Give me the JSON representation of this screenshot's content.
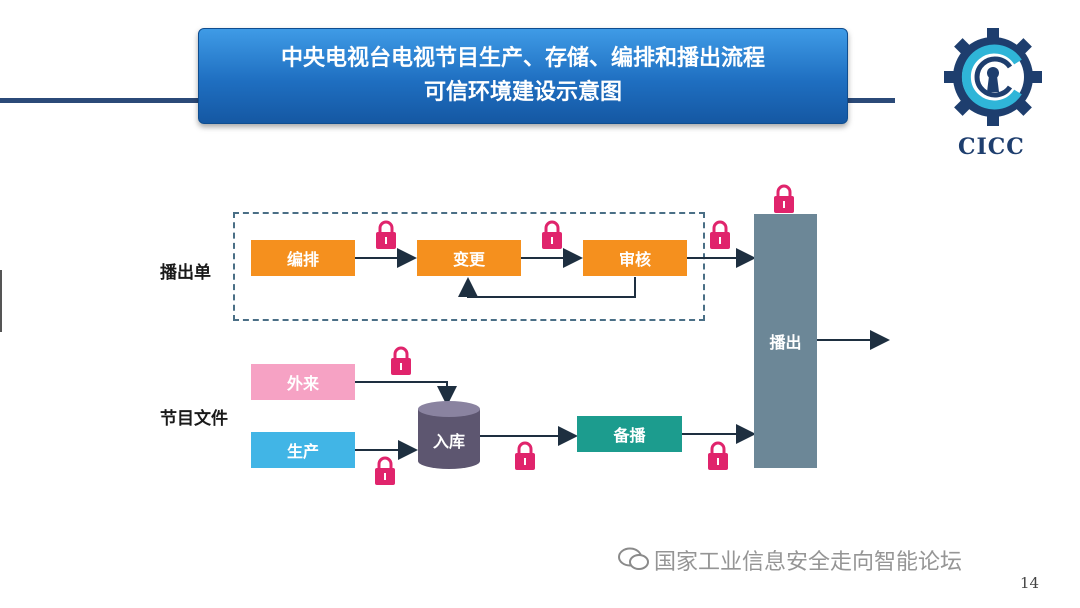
{
  "title": {
    "line1": "中央电视台电视节目生产、存储、编排和播出流程",
    "line2": "可信环境建设示意图"
  },
  "logo": {
    "text": "CICC",
    "icon": "gear-keyhole-logo"
  },
  "rows": {
    "schedule": "播出单",
    "program_files": "节目文件"
  },
  "nodes": {
    "arrange": "编排",
    "change": "变更",
    "review": "审核",
    "broadcast": "播出",
    "external": "外来",
    "produce": "生产",
    "ingest": "入库",
    "backup": "备播"
  },
  "lock_icon": "padlock-icon",
  "colors": {
    "orange": "#f5901e",
    "pink": "#f6a2c4",
    "cyan": "#41b5e6",
    "teal": "#1c9c8e",
    "slate": "#6c8797",
    "cylinder": "#5d5670",
    "lock": "#e0246c",
    "title_blue": "#1f6fc1"
  },
  "watermark": "国家工业信息安全走向智能论坛",
  "page_number": "14"
}
